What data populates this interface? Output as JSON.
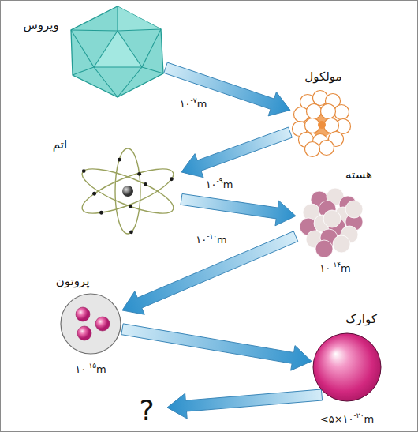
{
  "diagram": {
    "nodes": [
      {
        "text": [
          "ویروس",
          "۱۰-۷m"
        ]
      },
      {
        "text": [
          "مولکول",
          "۱۰-۹m"
        ]
      },
      {
        "text": [
          "اتم",
          "۱۰-۱۰m"
        ]
      },
      {
        "text": [
          "هسته",
          "۱۰-۱۴m"
        ]
      },
      {
        "text": [
          "پروتون",
          "۱۰-۱۵m"
        ]
      },
      {
        "text": [
          "کوارک",
          "<۵×۱۰-۲۰m"
        ]
      }
    ],
    "edges": [
      {
        "from": 0,
        "to": 1,
        "arrow": "to"
      },
      {
        "from": 1,
        "to": 2,
        "arrow": "to"
      },
      {
        "from": 2,
        "to": 3,
        "arrow": "to"
      },
      {
        "from": 3,
        "to": 4,
        "arrow": "to"
      },
      {
        "from": 4,
        "to": 5,
        "arrow": "to"
      }
    ],
    "labels": [
      "?"
    ]
  }
}
